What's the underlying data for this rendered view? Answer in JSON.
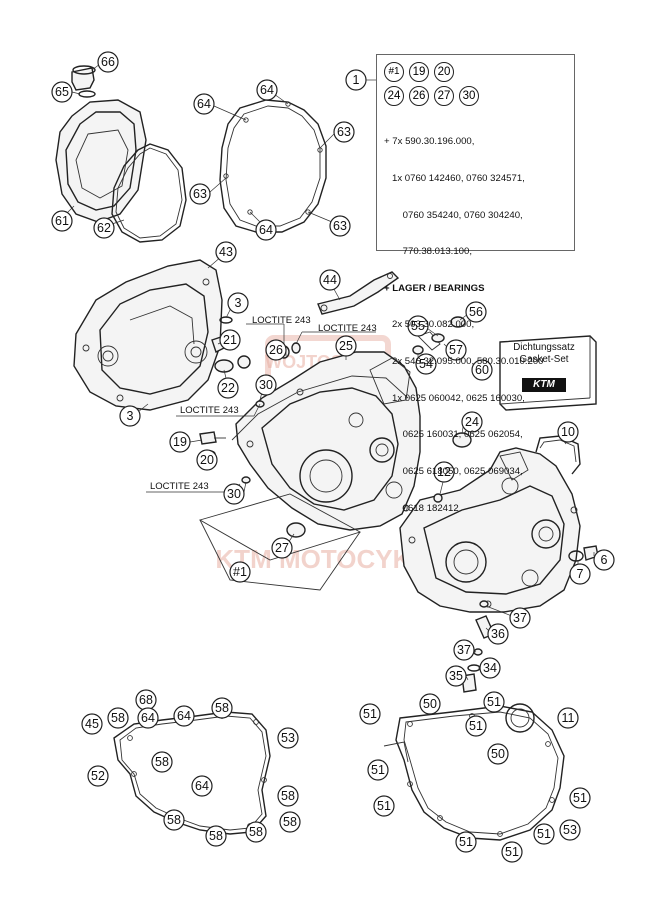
{
  "watermark": {
    "brand_top": "WOJTOSZEK",
    "brand_bottom": "KTM MOTOCYKLE"
  },
  "legend": {
    "main_callout": "1",
    "set_numbers": [
      "#1",
      "19",
      "20",
      "24",
      "26",
      "27",
      "30"
    ],
    "lines": [
      {
        "text": "+ 7x 590.30.196.000,",
        "bold": false
      },
      {
        "text": "   1x 0760 142460, 0760 324571,",
        "bold": false
      },
      {
        "text": "       0760 354240, 0760 304240,",
        "bold": false
      },
      {
        "text": "       770.38.013.100,",
        "bold": false
      },
      {
        "text": "+ LAGER / BEARINGS",
        "bold": true
      },
      {
        "text": "   2x 503.30.082.000,",
        "bold": false
      },
      {
        "text": "   2x 546.32.095.000, 580.30.010.200",
        "bold": false
      },
      {
        "text": "   1x 0625 060042, 0625 160030,",
        "bold": false
      },
      {
        "text": "       0625 160031, 0625 062054,",
        "bold": false
      },
      {
        "text": "       0625 618050, 0625 069034,",
        "bold": false
      },
      {
        "text": "       0618 182412",
        "bold": false
      }
    ]
  },
  "gasket_set": {
    "label_de": "Dichtungssatz",
    "label_en": "Gasket-Set",
    "brand": "KTM",
    "callout": "60"
  },
  "loctite_labels": [
    "LOCTITE 243",
    "LOCTITE 243",
    "LOCTITE 243",
    "LOCTITE 243"
  ],
  "callouts": {
    "c66": "66",
    "c65": "65",
    "c61": "61",
    "c62": "62",
    "c64a": "64",
    "c64b": "64",
    "c63a": "63",
    "c63b": "63",
    "c63c": "63",
    "c64c": "64",
    "c43": "43",
    "c44": "44",
    "c3a": "3",
    "c21": "21",
    "c22": "22",
    "c3b": "3",
    "c26": "26",
    "c25": "25",
    "c30a": "30",
    "c55": "55",
    "c56": "56",
    "c57": "57",
    "c54": "54",
    "c19": "19",
    "c20": "20",
    "c30b": "30",
    "c24": "24",
    "c10": "10",
    "c12": "12",
    "c27": "27",
    "c1set": "#1",
    "c6": "6",
    "c7": "7",
    "c37a": "37",
    "c36": "36",
    "c37b": "37",
    "c34": "34",
    "c35": "35",
    "c68": "68",
    "c45": "45",
    "c58a": "58",
    "c64d": "64",
    "c64e": "64",
    "c58b": "58",
    "c53a": "53",
    "c52": "52",
    "c58c": "58",
    "c64f": "64",
    "c58d": "58",
    "c58e": "58",
    "c58f": "58",
    "c58g": "58",
    "c58h": "58",
    "c50a": "50",
    "c51a": "51",
    "c51b": "51",
    "c11": "11",
    "c51c": "51",
    "c50b": "50",
    "c51d": "51",
    "c51e": "51",
    "c51f": "51",
    "c51g": "51",
    "c53b": "53",
    "c51h": "51",
    "c51i": "51"
  }
}
